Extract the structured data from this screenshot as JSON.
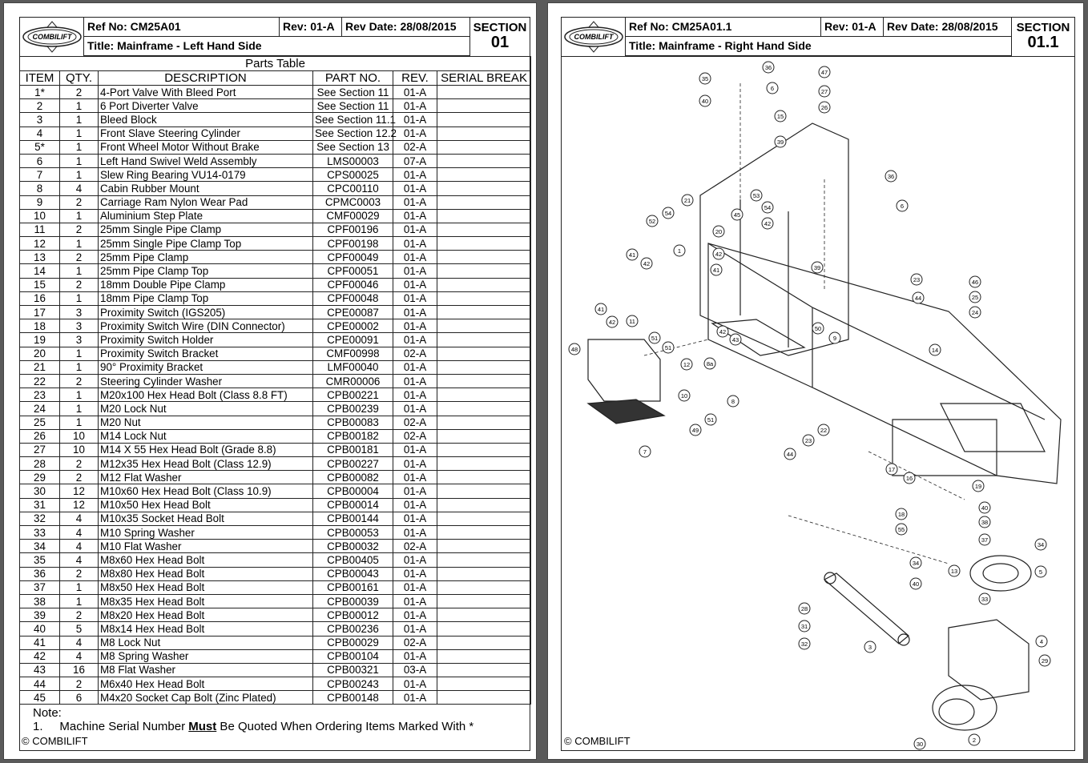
{
  "left": {
    "ref_no": "Ref No: CM25A01",
    "rev": "Rev: 01-A",
    "rev_date": "Rev Date: 28/08/2015",
    "section_label": "SECTION",
    "section_number": "01",
    "title": "Title: Mainframe - Left Hand Side",
    "table_caption": "Parts Table",
    "columns": [
      "ITEM",
      "QTY.",
      "DESCRIPTION",
      "PART NO.",
      "REV.",
      "SERIAL BREAK"
    ],
    "rows": [
      [
        "1*",
        "2",
        "4-Port Valve With Bleed Port",
        "See Section 11",
        "01-A",
        ""
      ],
      [
        "2",
        "1",
        "6 Port Diverter Valve",
        "See Section 11",
        "01-A",
        ""
      ],
      [
        "3",
        "1",
        "Bleed Block",
        "See Section 11.1",
        "01-A",
        ""
      ],
      [
        "4",
        "1",
        "Front Slave Steering Cylinder",
        "See Section 12.2",
        "01-A",
        ""
      ],
      [
        "5*",
        "1",
        "Front Wheel Motor Without Brake",
        "See Section 13",
        "02-A",
        ""
      ],
      [
        "6",
        "1",
        "Left Hand Swivel Weld Assembly",
        "LMS00003",
        "07-A",
        ""
      ],
      [
        "7",
        "1",
        "Slew Ring Bearing VU14-0179",
        "CPS00025",
        "01-A",
        ""
      ],
      [
        "8",
        "4",
        "Cabin Rubber Mount",
        "CPC00110",
        "01-A",
        ""
      ],
      [
        "9",
        "2",
        "Carriage Ram Nylon Wear Pad",
        "CPMC0003",
        "01-A",
        ""
      ],
      [
        "10",
        "1",
        "Aluminium Step Plate",
        "CMF00029",
        "01-A",
        ""
      ],
      [
        "11",
        "2",
        "25mm Single Pipe Clamp",
        "CPF00196",
        "01-A",
        ""
      ],
      [
        "12",
        "1",
        "25mm Single Pipe Clamp Top",
        "CPF00198",
        "01-A",
        ""
      ],
      [
        "13",
        "2",
        "25mm Pipe Clamp",
        "CPF00049",
        "01-A",
        ""
      ],
      [
        "14",
        "1",
        "25mm Pipe Clamp Top",
        "CPF00051",
        "01-A",
        ""
      ],
      [
        "15",
        "2",
        "18mm Double Pipe Clamp",
        "CPF00046",
        "01-A",
        ""
      ],
      [
        "16",
        "1",
        "18mm Pipe Clamp Top",
        "CPF00048",
        "01-A",
        ""
      ],
      [
        "17",
        "3",
        "Proximity Switch (IGS205)",
        "CPE00087",
        "01-A",
        ""
      ],
      [
        "18",
        "3",
        "Proximity Switch Wire (DIN Connector)",
        "CPE00002",
        "01-A",
        ""
      ],
      [
        "19",
        "3",
        "Proximity Switch Holder",
        "CPE00091",
        "01-A",
        ""
      ],
      [
        "20",
        "1",
        "Proximity Switch Bracket",
        "CMF00998",
        "02-A",
        ""
      ],
      [
        "21",
        "1",
        "90° Proximity Bracket",
        "LMF00040",
        "01-A",
        ""
      ],
      [
        "22",
        "2",
        "Steering Cylinder Washer",
        "CMR00006",
        "01-A",
        ""
      ],
      [
        "23",
        "1",
        "M20x100 Hex Head Bolt (Class 8.8 FT)",
        "CPB00221",
        "01-A",
        ""
      ],
      [
        "24",
        "1",
        "M20 Lock Nut",
        "CPB00239",
        "01-A",
        ""
      ],
      [
        "25",
        "1",
        "M20 Nut",
        "CPB00083",
        "02-A",
        ""
      ],
      [
        "26",
        "10",
        "M14 Lock Nut",
        "CPB00182",
        "02-A",
        ""
      ],
      [
        "27",
        "10",
        "M14 X 55 Hex Head Bolt (Grade 8.8)",
        "CPB00181",
        "01-A",
        ""
      ],
      [
        "28",
        "2",
        "M12x35 Hex Head Bolt (Class 12.9)",
        "CPB00227",
        "01-A",
        ""
      ],
      [
        "29",
        "2",
        "M12 Flat Washer",
        "CPB00082",
        "01-A",
        ""
      ],
      [
        "30",
        "12",
        "M10x60 Hex Head Bolt (Class 10.9)",
        "CPB00004",
        "01-A",
        ""
      ],
      [
        "31",
        "12",
        "M10x50 Hex Head Bolt",
        "CPB00014",
        "01-A",
        ""
      ],
      [
        "32",
        "4",
        "M10x35 Socket Head Bolt",
        "CPB00144",
        "01-A",
        ""
      ],
      [
        "33",
        "4",
        "M10 Spring Washer",
        "CPB00053",
        "01-A",
        ""
      ],
      [
        "34",
        "4",
        "M10 Flat Washer",
        "CPB00032",
        "02-A",
        ""
      ],
      [
        "35",
        "4",
        "M8x60 Hex Head Bolt",
        "CPB00405",
        "01-A",
        ""
      ],
      [
        "36",
        "2",
        "M8x80 Hex Head Bolt",
        "CPB00043",
        "01-A",
        ""
      ],
      [
        "37",
        "1",
        "M8x50 Hex Head Bolt",
        "CPB00161",
        "01-A",
        ""
      ],
      [
        "38",
        "1",
        "M8x35 Hex Head Bolt",
        "CPB00039",
        "01-A",
        ""
      ],
      [
        "39",
        "2",
        "M8x20 Hex Head Bolt",
        "CPB00012",
        "01-A",
        ""
      ],
      [
        "40",
        "5",
        "M8x14 Hex Head Bolt",
        "CPB00236",
        "01-A",
        ""
      ],
      [
        "41",
        "4",
        "M8 Lock Nut",
        "CPB00029",
        "02-A",
        ""
      ],
      [
        "42",
        "4",
        "M8 Spring Washer",
        "CPB00104",
        "01-A",
        ""
      ],
      [
        "43",
        "16",
        "M8 Flat Washer",
        "CPB00321",
        "03-A",
        ""
      ],
      [
        "44",
        "2",
        "M6x40 Hex Head Bolt",
        "CPB00243",
        "01-A",
        ""
      ],
      [
        "45",
        "6",
        "M4x20 Socket Cap Bolt (Zinc Plated)",
        "CPB00148",
        "01-A",
        ""
      ]
    ],
    "note_heading": "Note:",
    "note_number": "1.",
    "note_before": "Machine Serial Number ",
    "note_emph": "Must",
    "note_after": " Be Quoted When Ordering Items Marked With *",
    "copyright": "© COMBILIFT"
  },
  "right": {
    "ref_no": "Ref No: CM25A01.1",
    "rev": "Rev: 01-A",
    "rev_date": "Rev Date: 28/08/2015",
    "section_label": "SECTION",
    "section_number": "01.1",
    "title": "Title: Mainframe - Right Hand Side",
    "copyright": "© COMBILIFT"
  },
  "logo_text": "COMBILIFT",
  "callouts": [
    "36",
    "47",
    "35",
    "6",
    "27",
    "40",
    "26",
    "15",
    "39",
    "36",
    "6",
    "53",
    "21",
    "52",
    "54",
    "45",
    "54",
    "42",
    "20",
    "39",
    "23",
    "42",
    "41",
    "41",
    "42",
    "46",
    "1",
    "44",
    "25",
    "24",
    "41",
    "42",
    "11",
    "51",
    "50",
    "9",
    "48",
    "51",
    "42",
    "43",
    "14",
    "12",
    "8a",
    "10",
    "8",
    "51",
    "49",
    "7",
    "22",
    "23",
    "44",
    "17",
    "16",
    "19",
    "18",
    "40",
    "55",
    "38",
    "37",
    "34",
    "34",
    "13",
    "5",
    "40",
    "33",
    "28",
    "31",
    "4",
    "32",
    "3",
    "29",
    "30",
    "2"
  ]
}
